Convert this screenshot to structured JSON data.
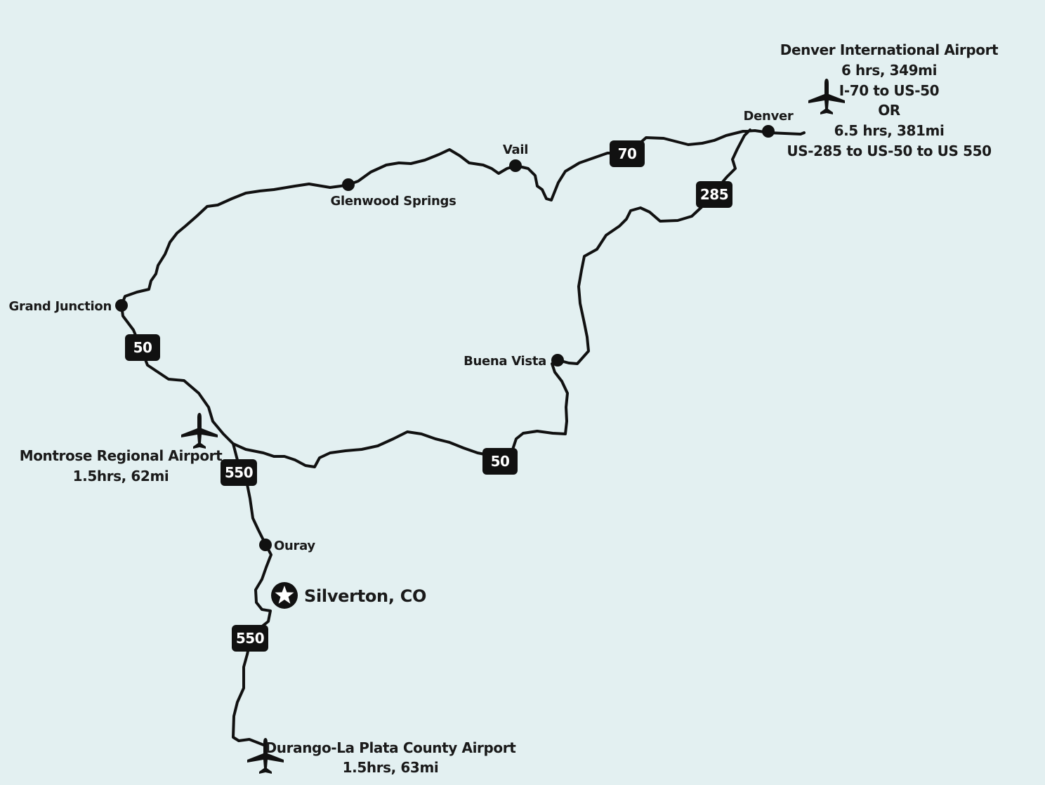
{
  "map": {
    "destination": {
      "name": "Silverton, CO",
      "icon": "star-icon"
    },
    "cities": [
      {
        "name": "Denver"
      },
      {
        "name": "Vail"
      },
      {
        "name": "Glenwood Springs"
      },
      {
        "name": "Grand Junction"
      },
      {
        "name": "Buena Vista"
      },
      {
        "name": "Ouray"
      }
    ],
    "airports": {
      "denver": {
        "name": "Denver International Airport",
        "lines": [
          "6 hrs, 349mi",
          "I-70 to US-50",
          "OR",
          "6.5 hrs, 381mi",
          "US-285 to US-50 to US 550"
        ],
        "icon": "airplane-icon"
      },
      "montrose": {
        "name": "Montrose Regional Airport",
        "lines": [
          "1.5hrs, 62mi"
        ],
        "icon": "airplane-icon"
      },
      "durango": {
        "name": "Durango-La Plata County Airport",
        "lines": [
          "1.5hrs, 63mi"
        ],
        "icon": "airplane-icon"
      }
    },
    "highways": {
      "i70": "70",
      "us285": "285",
      "us50_west": "50",
      "us50_south": "50",
      "us550_north": "550",
      "us550_south": "550"
    },
    "colors": {
      "background": "#e3f0f1",
      "road": "#111111",
      "shield": "#111111",
      "shield_text": "#ffffff"
    }
  }
}
